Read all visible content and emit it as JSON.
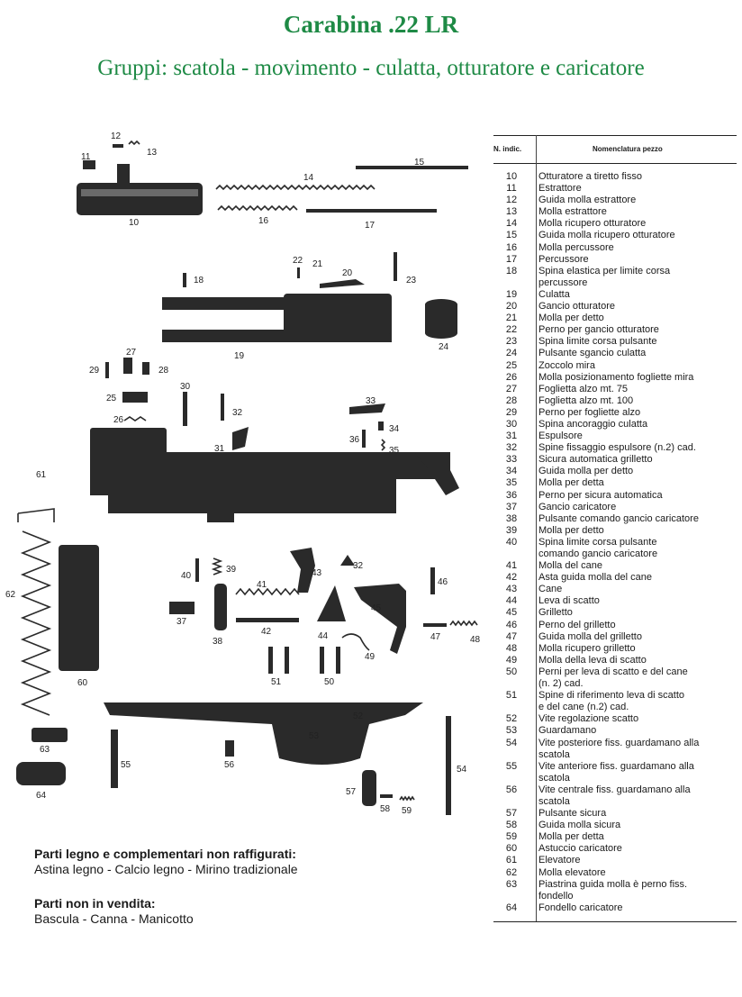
{
  "header": {
    "title": "Carabina .22 LR",
    "subtitle": "Gruppi: scatola - movimento - culatta, otturatore e caricatore"
  },
  "table": {
    "col_num": "N. indic.",
    "col_name": "Nomenclatura pezzo",
    "rows": [
      {
        "n": "10",
        "name": "Otturatore a tiretto fisso"
      },
      {
        "n": "11",
        "name": "Estrattore"
      },
      {
        "n": "12",
        "name": "Guida molla estrattore"
      },
      {
        "n": "13",
        "name": "Molla estrattore"
      },
      {
        "n": "14",
        "name": "Molla ricupero otturatore"
      },
      {
        "n": "15",
        "name": "Guida molla ricupero otturatore"
      },
      {
        "n": "16",
        "name": "Molla percussore"
      },
      {
        "n": "17",
        "name": "Percussore"
      },
      {
        "n": "18",
        "name": "Spina elastica per limite corsa"
      },
      {
        "n": "",
        "name": "percussore"
      },
      {
        "n": "19",
        "name": "Culatta"
      },
      {
        "n": "20",
        "name": "Gancio otturatore"
      },
      {
        "n": "21",
        "name": "Molla per detto"
      },
      {
        "n": "22",
        "name": "Perno per gancio otturatore"
      },
      {
        "n": "23",
        "name": "Spina limite corsa pulsante"
      },
      {
        "n": "24",
        "name": "Pulsante sgancio culatta"
      },
      {
        "n": "25",
        "name": "Zoccolo mira"
      },
      {
        "n": "26",
        "name": "Molla posizionamento fogliette mira"
      },
      {
        "n": "27",
        "name": "Foglietta alzo mt. 75"
      },
      {
        "n": "28",
        "name": "Foglietta alzo mt. 100"
      },
      {
        "n": "29",
        "name": "Perno per fogliette alzo"
      },
      {
        "n": "30",
        "name": "Spina ancoraggio culatta"
      },
      {
        "n": "31",
        "name": "Espulsore"
      },
      {
        "n": "32",
        "name": "Spine fissaggio espulsore (n.2)   cad."
      },
      {
        "n": "33",
        "name": "Sicura automatica grilletto"
      },
      {
        "n": "34",
        "name": "Guida molla per detto"
      },
      {
        "n": "35",
        "name": "Molla per detta"
      },
      {
        "n": "36",
        "name": "Perno per sicura automatica"
      },
      {
        "n": "37",
        "name": "Gancio caricatore"
      },
      {
        "n": "38",
        "name": "Pulsante comando gancio caricatore"
      },
      {
        "n": "39",
        "name": "Molla per detto"
      },
      {
        "n": "40",
        "name": "Spina limite corsa pulsante"
      },
      {
        "n": "",
        "name": "comando gancio caricatore"
      },
      {
        "n": "41",
        "name": "Molla del cane"
      },
      {
        "n": "42",
        "name": "Asta guida molla del cane"
      },
      {
        "n": "43",
        "name": "Cane"
      },
      {
        "n": "44",
        "name": "Leva di scatto"
      },
      {
        "n": "45",
        "name": "Grilletto"
      },
      {
        "n": "46",
        "name": "Perno del grilletto"
      },
      {
        "n": "47",
        "name": "Guida molla del grilletto"
      },
      {
        "n": "48",
        "name": "Molla ricupero grilletto"
      },
      {
        "n": "49",
        "name": "Molla della leva di scatto"
      },
      {
        "n": "50",
        "name": "Perni per leva di scatto e del cane"
      },
      {
        "n": "",
        "name": "(n. 2)                                   cad."
      },
      {
        "n": "51",
        "name": "Spine di riferimento leva di scatto"
      },
      {
        "n": "",
        "name": "e del cane (n.2)                    cad."
      },
      {
        "n": "52",
        "name": "Vite regolazione scatto"
      },
      {
        "n": "53",
        "name": "Guardamano"
      },
      {
        "n": "54",
        "name": "Vite posteriore fiss. guardamano alla"
      },
      {
        "n": "",
        "name": "scatola"
      },
      {
        "n": "55",
        "name": "Vite anteriore fiss. guardamano alla"
      },
      {
        "n": "",
        "name": "scatola"
      },
      {
        "n": "56",
        "name": "Vite centrale fiss. guardamano alla"
      },
      {
        "n": "",
        "name": "scatola"
      },
      {
        "n": "57",
        "name": "Pulsante sicura"
      },
      {
        "n": "58",
        "name": "Guida molla sicura"
      },
      {
        "n": "59",
        "name": "Molla per detta"
      },
      {
        "n": "60",
        "name": "Astuccio caricatore"
      },
      {
        "n": "61",
        "name": "Elevatore"
      },
      {
        "n": "62",
        "name": "Molla elevatore"
      },
      {
        "n": "63",
        "name": "Piastrina guida molla è perno fiss."
      },
      {
        "n": "",
        "name": "fondello"
      },
      {
        "n": "64",
        "name": "Fondello caricatore"
      }
    ]
  },
  "notes": {
    "n1_title": "Parti legno e complementari non raffigurati:",
    "n1_text": "Astina legno - Calcio legno - Mirino tradizionale",
    "n2_title": "Parti non in vendita:",
    "n2_text": "Bascula - Canna - Manicotto"
  },
  "diagram": {
    "labels": [
      "10",
      "11",
      "12",
      "13",
      "14",
      "15",
      "16",
      "17",
      "18",
      "19",
      "20",
      "21",
      "22",
      "23",
      "24",
      "25",
      "26",
      "27",
      "28",
      "29",
      "30",
      "31",
      "32",
      "32",
      "33",
      "34",
      "35",
      "36",
      "37",
      "38",
      "39",
      "40",
      "41",
      "42",
      "43",
      "44",
      "45",
      "46",
      "47",
      "48",
      "49",
      "50",
      "51",
      "52",
      "53",
      "54",
      "55",
      "56",
      "57",
      "58",
      "59",
      "60",
      "61",
      "62",
      "63",
      "64"
    ]
  },
  "colors": {
    "title": "#1e8a45",
    "ink": "#2a2a2a"
  }
}
